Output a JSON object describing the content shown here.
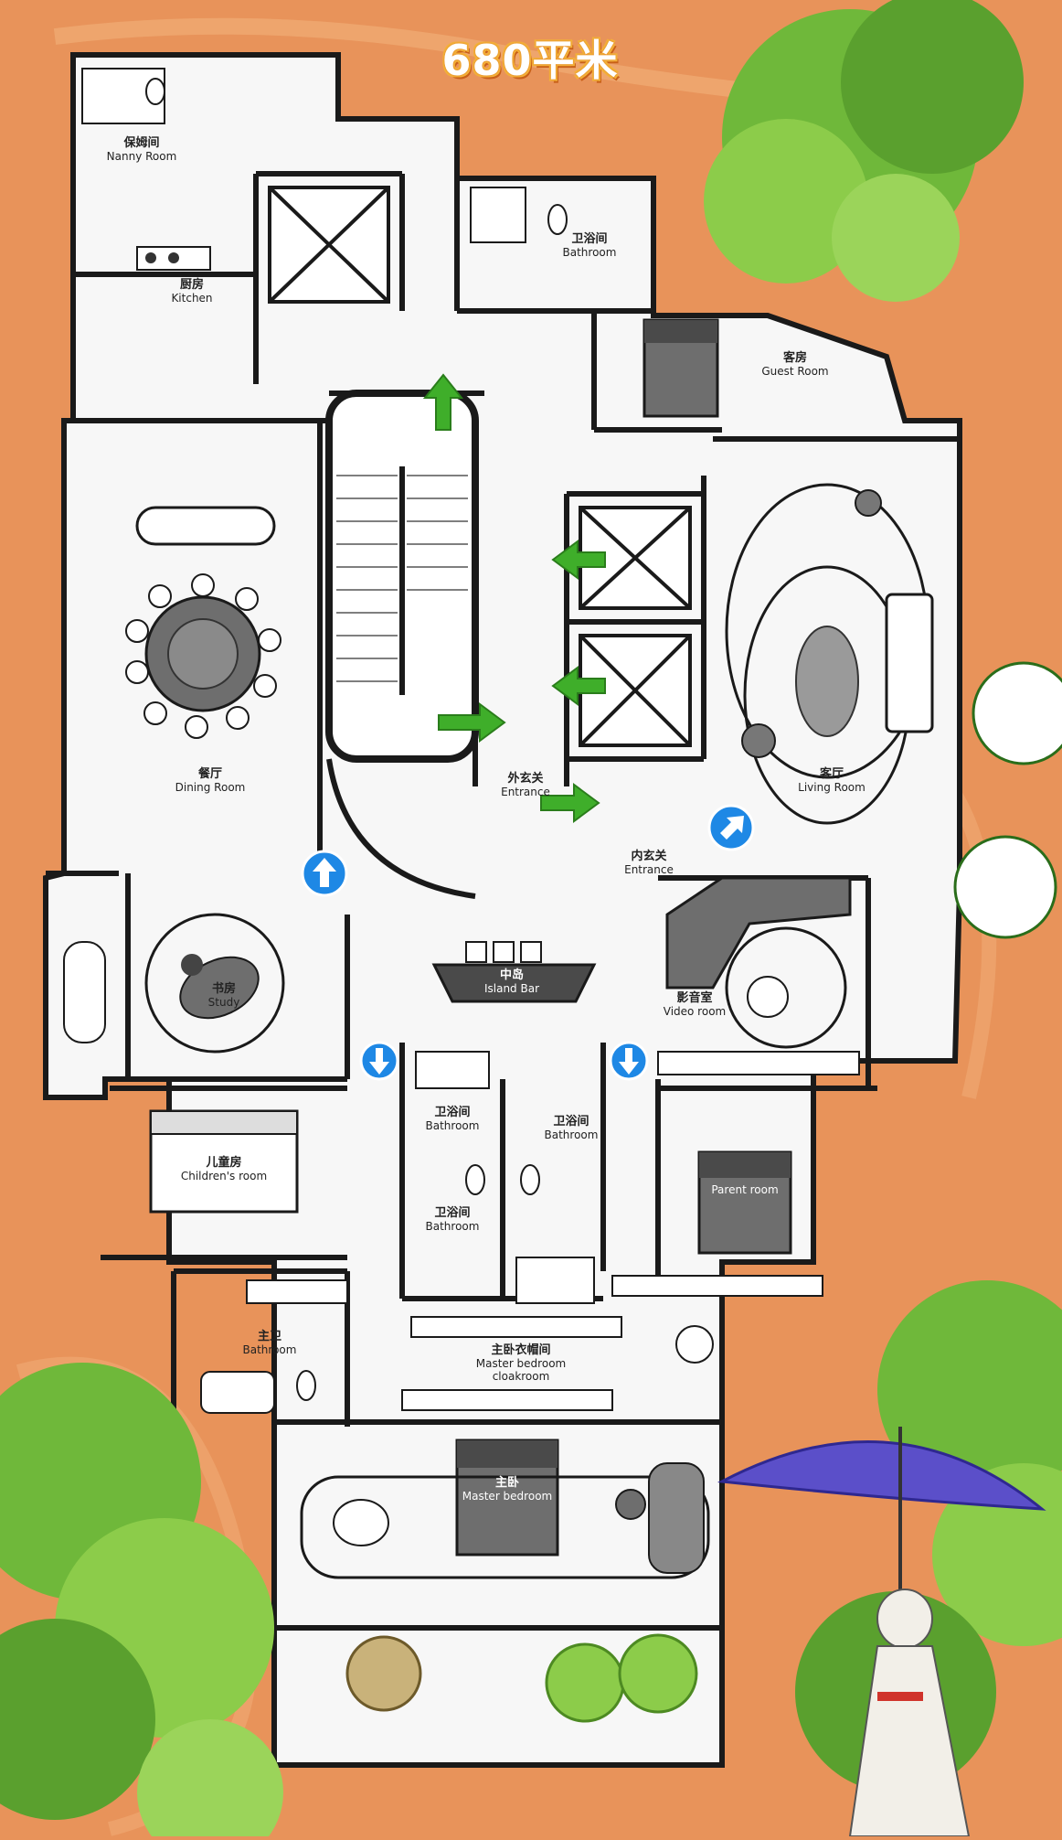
{
  "title": "680平米",
  "rooms": {
    "nanny": {
      "zh": "保姆间",
      "en": "Nanny Room"
    },
    "kitchen": {
      "zh": "厨房",
      "en": "Kitchen"
    },
    "bath_top": {
      "zh": "卫浴间",
      "en": "Bathroom"
    },
    "guest": {
      "zh": "客房",
      "en": "Guest Room"
    },
    "dining": {
      "zh": "餐厅",
      "en": "Dining Room"
    },
    "outer_entrance": {
      "zh": "外玄关",
      "en": "Entrance"
    },
    "living": {
      "zh": "客厅",
      "en": "Living Room"
    },
    "inner_entrance": {
      "zh": "内玄关",
      "en": "Entrance"
    },
    "island": {
      "zh": "中岛",
      "en": "Island Bar"
    },
    "study": {
      "zh": "书房",
      "en": "Study"
    },
    "video": {
      "zh": "影音室",
      "en": "Video room"
    },
    "bath_mid_left": {
      "zh": "卫浴间",
      "en": "Bathroom"
    },
    "bath_mid_right": {
      "zh": "卫浴间",
      "en": "Bathroom"
    },
    "children": {
      "zh": "儿童房",
      "en": "Children's room"
    },
    "parent": {
      "zh": "",
      "en": "Parent room"
    },
    "bath_lower_mid": {
      "zh": "卫浴间",
      "en": "Bathroom"
    },
    "master_bath": {
      "zh": "主卫",
      "en": "Bathroom"
    },
    "cloakroom": {
      "zh": "主卧衣帽间",
      "en": "Master bedroom cloakroom"
    },
    "master_bed": {
      "zh": "主卧",
      "en": "Master bedroom"
    }
  },
  "colors": {
    "ground": "#e8935a",
    "wall": "#1a1a1a",
    "floor": "#f7f7f7",
    "furniture_dark": "#6e6e6e",
    "arrow_green": "#3fae2a",
    "arrow_blue": "#1e88e5",
    "tree_green": "#7cc242",
    "umbrella": "#5b4fc9"
  },
  "icons": [
    "green-entry-arrow-icon",
    "blue-circle-arrow-icon",
    "tree-icon",
    "umbrella-figure-icon"
  ]
}
